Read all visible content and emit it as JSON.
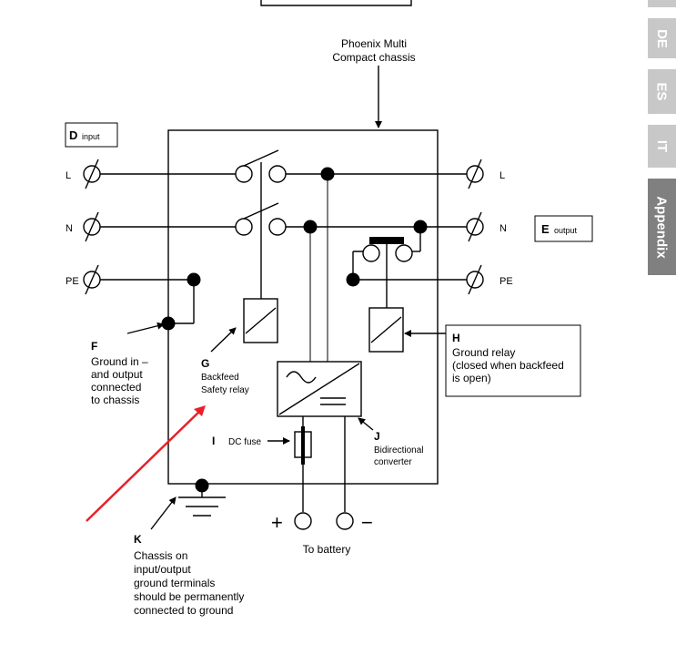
{
  "title": {
    "line1": "Phoenix Multi",
    "line2": "Compact chassis"
  },
  "input_box": {
    "letter": "D",
    "label": "input"
  },
  "output_box": {
    "letter": "E",
    "label": "output"
  },
  "lines_left": [
    "L",
    "N",
    "PE"
  ],
  "lines_right": [
    "L",
    "N",
    "PE"
  ],
  "F": {
    "letter": "F",
    "lines": [
      "Ground in –",
      "and output",
      "connected",
      "to chassis"
    ]
  },
  "G": {
    "letter": "G",
    "lines": [
      "Backfeed",
      "Safety relay"
    ]
  },
  "H": {
    "letter": "H",
    "lines": [
      "Ground relay",
      "(closed when backfeed",
      "is open)"
    ]
  },
  "I": {
    "letter": "I",
    "label": "DC fuse"
  },
  "J": {
    "letter": "J",
    "lines": [
      "Bidirectional",
      "converter"
    ]
  },
  "K": {
    "letter": "K",
    "lines": [
      "Chassis on",
      "input/output",
      "ground terminals",
      "should be permanently",
      "connected to ground"
    ]
  },
  "battery": {
    "plus": "+",
    "minus": "−",
    "label": "To battery"
  },
  "tabs": [
    {
      "label": "DE",
      "active": false
    },
    {
      "label": "ES",
      "active": false
    },
    {
      "label": "IT",
      "active": false
    },
    {
      "label": "Appendix",
      "active": true
    }
  ],
  "colors": {
    "annotation_arrow": "#e8202a",
    "tab_inactive": "#c8c8c8",
    "tab_active": "#808080"
  }
}
